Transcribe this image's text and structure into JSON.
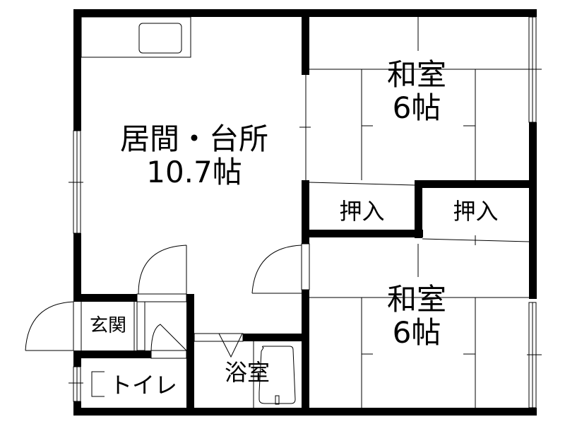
{
  "floor_plan": {
    "rooms": [
      {
        "id": "living_kitchen",
        "name": "居間・台所",
        "size": "10.7帖"
      },
      {
        "id": "washitsu_top",
        "name": "和室",
        "size": "6帖"
      },
      {
        "id": "washitsu_bottom",
        "name": "和室",
        "size": "6帖"
      },
      {
        "id": "oshiire_left",
        "name": "押入"
      },
      {
        "id": "oshiire_right",
        "name": "押入"
      },
      {
        "id": "genkan",
        "name": "玄関"
      },
      {
        "id": "toilet",
        "name": "トイレ"
      },
      {
        "id": "bath",
        "name": "浴室"
      }
    ],
    "colors": {
      "wall": "#000000",
      "background": "#ffffff"
    }
  }
}
